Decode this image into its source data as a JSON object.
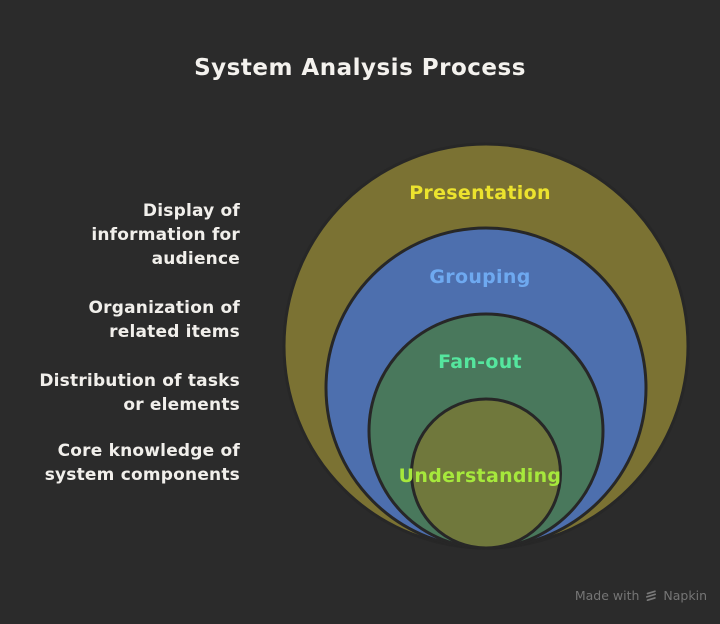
{
  "title": "System Analysis Process",
  "colors": {
    "background": "#2b2b2b",
    "circle_outline": "#272727",
    "title_text": "#f4f2ee",
    "description_text": "#f1efeb",
    "footer_text": "#757575"
  },
  "rings": [
    {
      "label": "Presentation",
      "fill": "#7b7233",
      "label_color": "#ece32e",
      "description": "Display of\ninformation for\naudience"
    },
    {
      "label": "Grouping",
      "fill": "#4d6fae",
      "label_color": "#6ea9f0",
      "description": "Organization of\nrelated items"
    },
    {
      "label": "Fan-out",
      "fill": "#49785c",
      "label_color": "#55e69e",
      "description": "Distribution of tasks\nor elements"
    },
    {
      "label": "Understanding",
      "fill": "#70783c",
      "label_color": "#a6e83c",
      "description": "Core knowledge of\nsystem components"
    }
  ],
  "footer": {
    "made_with": "Made with",
    "brand": "Napkin"
  }
}
